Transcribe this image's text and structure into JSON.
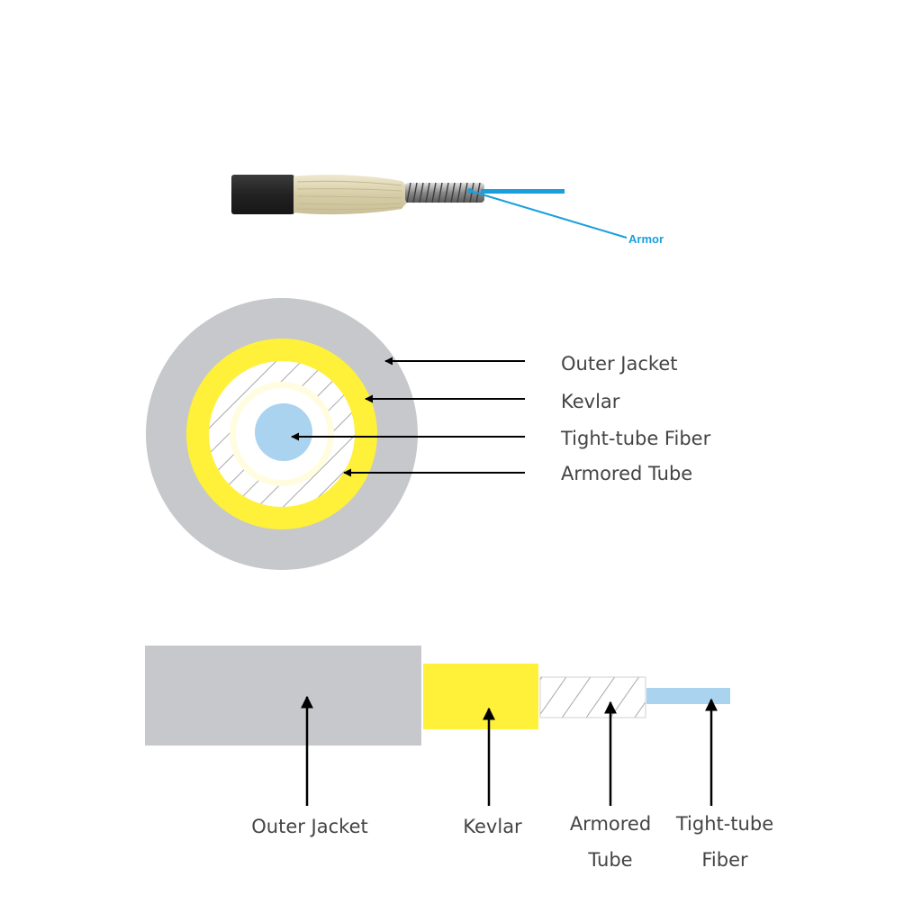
{
  "photo": {
    "callout": "Armor"
  },
  "cross_section": {
    "labels": [
      {
        "text": "Outer Jacket"
      },
      {
        "text": "Kevlar"
      },
      {
        "text": "Tight-tube Fiber"
      },
      {
        "text": "Armored Tube"
      }
    ]
  },
  "longitudinal": {
    "labels": [
      {
        "line1": "Outer Jacket",
        "line2": ""
      },
      {
        "line1": "Kevlar",
        "line2": ""
      },
      {
        "line1": "Armored",
        "line2": "Tube"
      },
      {
        "line1": "Tight-tube",
        "line2": "Fiber"
      }
    ]
  },
  "colors": {
    "jacket": "#c6c8cb",
    "kevlar": "#fff03a",
    "fiber": "#a9d3ef",
    "armor_hatch": "#a8a8a8",
    "photo_sheath": "#2b2b2b",
    "photo_kevlar": "#ddd5b6",
    "photo_fiber": "#1a9fdc",
    "text": "#444444"
  }
}
